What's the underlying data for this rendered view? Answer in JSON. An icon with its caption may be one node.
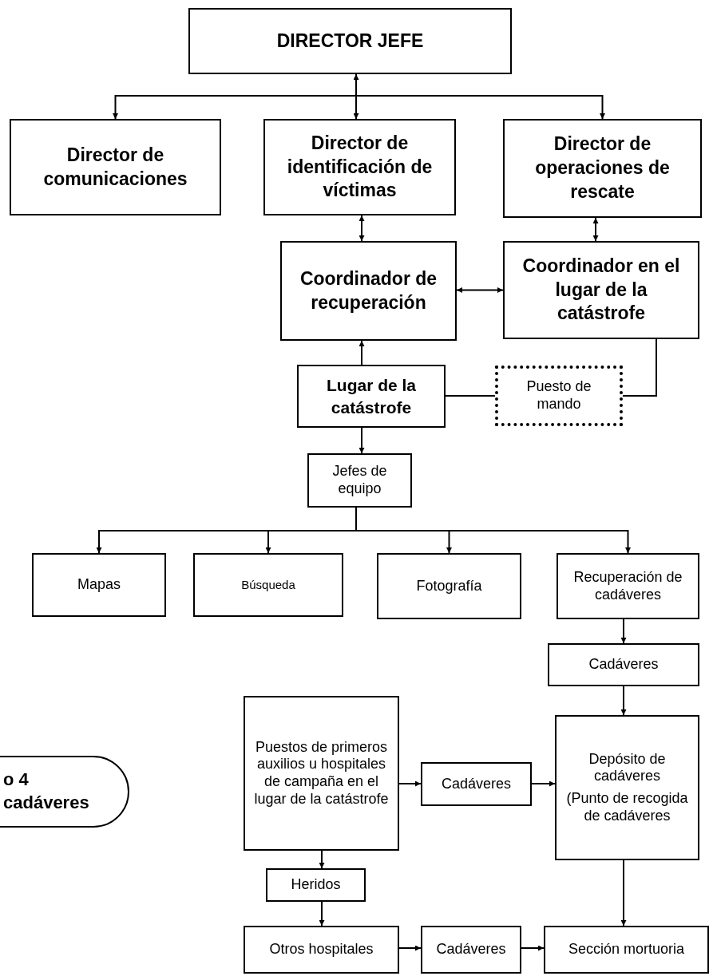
{
  "diagram": {
    "nodes": [
      {
        "text": [
          "DIRECTOR JEFE"
        ]
      },
      {
        "text": [
          "Director de comunicaciones"
        ]
      },
      {
        "text": [
          "Director de identificación de víctimas"
        ]
      },
      {
        "text": [
          "Director de operaciones de rescate"
        ]
      },
      {
        "text": [
          "Coordinador de recuperación"
        ]
      },
      {
        "text": [
          "Coordinador en el lugar de la catástrofe"
        ]
      },
      {
        "text": [
          "Lugar de la catástrofe"
        ]
      },
      {
        "text": [
          "Puesto de mando"
        ]
      },
      {
        "text": [
          "Jefes de equipo"
        ]
      },
      {
        "text": [
          "Mapas"
        ]
      },
      {
        "text": [
          "Búsqueda"
        ]
      },
      {
        "text": [
          "Fotografía"
        ]
      },
      {
        "text": [
          "Recuperación de cadáveres"
        ]
      },
      {
        "text": [
          "Cadáveres"
        ]
      },
      {
        "text": [
          "Puestos de primeros auxilios u hospitales de campaña en el lugar de la catástrofe"
        ]
      },
      {
        "text": [
          "Cadáveres"
        ]
      },
      {
        "text": [
          "Depósito de cadáveres",
          "(Punto de recogida de cadáveres"
        ]
      },
      {
        "text": [
          "Heridos"
        ]
      },
      {
        "text": [
          "Otros hospitales"
        ]
      },
      {
        "text": [
          "Cadáveres"
        ]
      },
      {
        "text": [
          "Sección mortuoria"
        ]
      },
      {
        "text": [
          "o  4",
          "cadáveres"
        ]
      }
    ],
    "edges": [
      {
        "from": 0,
        "to": 2,
        "arrow": "both"
      },
      {
        "from": 0,
        "to": 1,
        "arrow": "to"
      },
      {
        "from": 0,
        "to": 3,
        "arrow": "to"
      },
      {
        "from": 2,
        "to": 4,
        "arrow": "both"
      },
      {
        "from": 3,
        "to": 5,
        "arrow": "both"
      },
      {
        "from": 4,
        "to": 5,
        "arrow": "both"
      },
      {
        "from": 6,
        "to": 4,
        "arrow": "to"
      },
      {
        "from": 6,
        "to": 7,
        "arrow": "none"
      },
      {
        "from": 7,
        "to": 5,
        "arrow": "none"
      },
      {
        "from": 6,
        "to": 8,
        "arrow": "to"
      },
      {
        "from": 8,
        "to": 9,
        "arrow": "to"
      },
      {
        "from": 8,
        "to": 10,
        "arrow": "to"
      },
      {
        "from": 8,
        "to": 11,
        "arrow": "to"
      },
      {
        "from": 8,
        "to": 12,
        "arrow": "to"
      },
      {
        "from": 12,
        "to": 13,
        "arrow": "to"
      },
      {
        "from": 13,
        "to": 16,
        "arrow": "to"
      },
      {
        "from": 14,
        "to": 15,
        "arrow": "to"
      },
      {
        "from": 15,
        "to": 16,
        "arrow": "to"
      },
      {
        "from": 14,
        "to": 17,
        "arrow": "to"
      },
      {
        "from": 17,
        "to": 18,
        "arrow": "to"
      },
      {
        "from": 18,
        "to": 19,
        "arrow": "to"
      },
      {
        "from": 19,
        "to": 20,
        "arrow": "to"
      },
      {
        "from": 16,
        "to": 20,
        "arrow": "to"
      }
    ]
  }
}
